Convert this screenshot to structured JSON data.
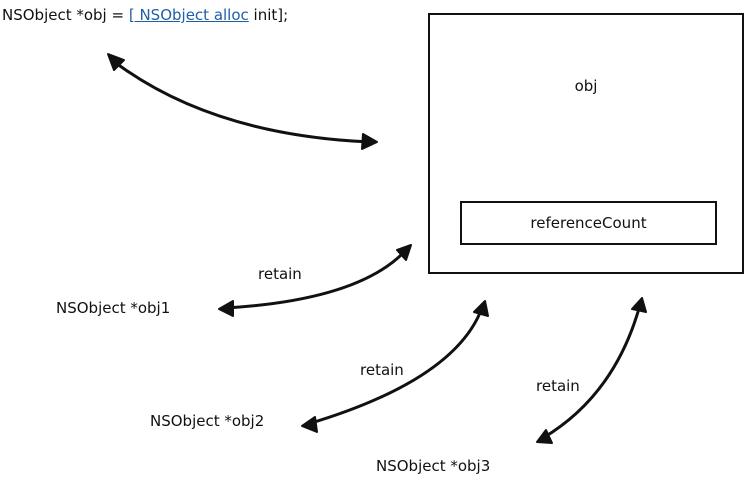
{
  "code": {
    "prefix": "NSObject *obj = ",
    "link": "[ NSObject alloc",
    "suffix": " init];"
  },
  "object_box": {
    "title": "obj",
    "field": "referenceCount"
  },
  "references": [
    {
      "label": "NSObject *obj1",
      "edge_label": "retain"
    },
    {
      "label": "NSObject *obj2",
      "edge_label": "retain"
    },
    {
      "label": "NSObject *obj3",
      "edge_label": "retain"
    }
  ]
}
